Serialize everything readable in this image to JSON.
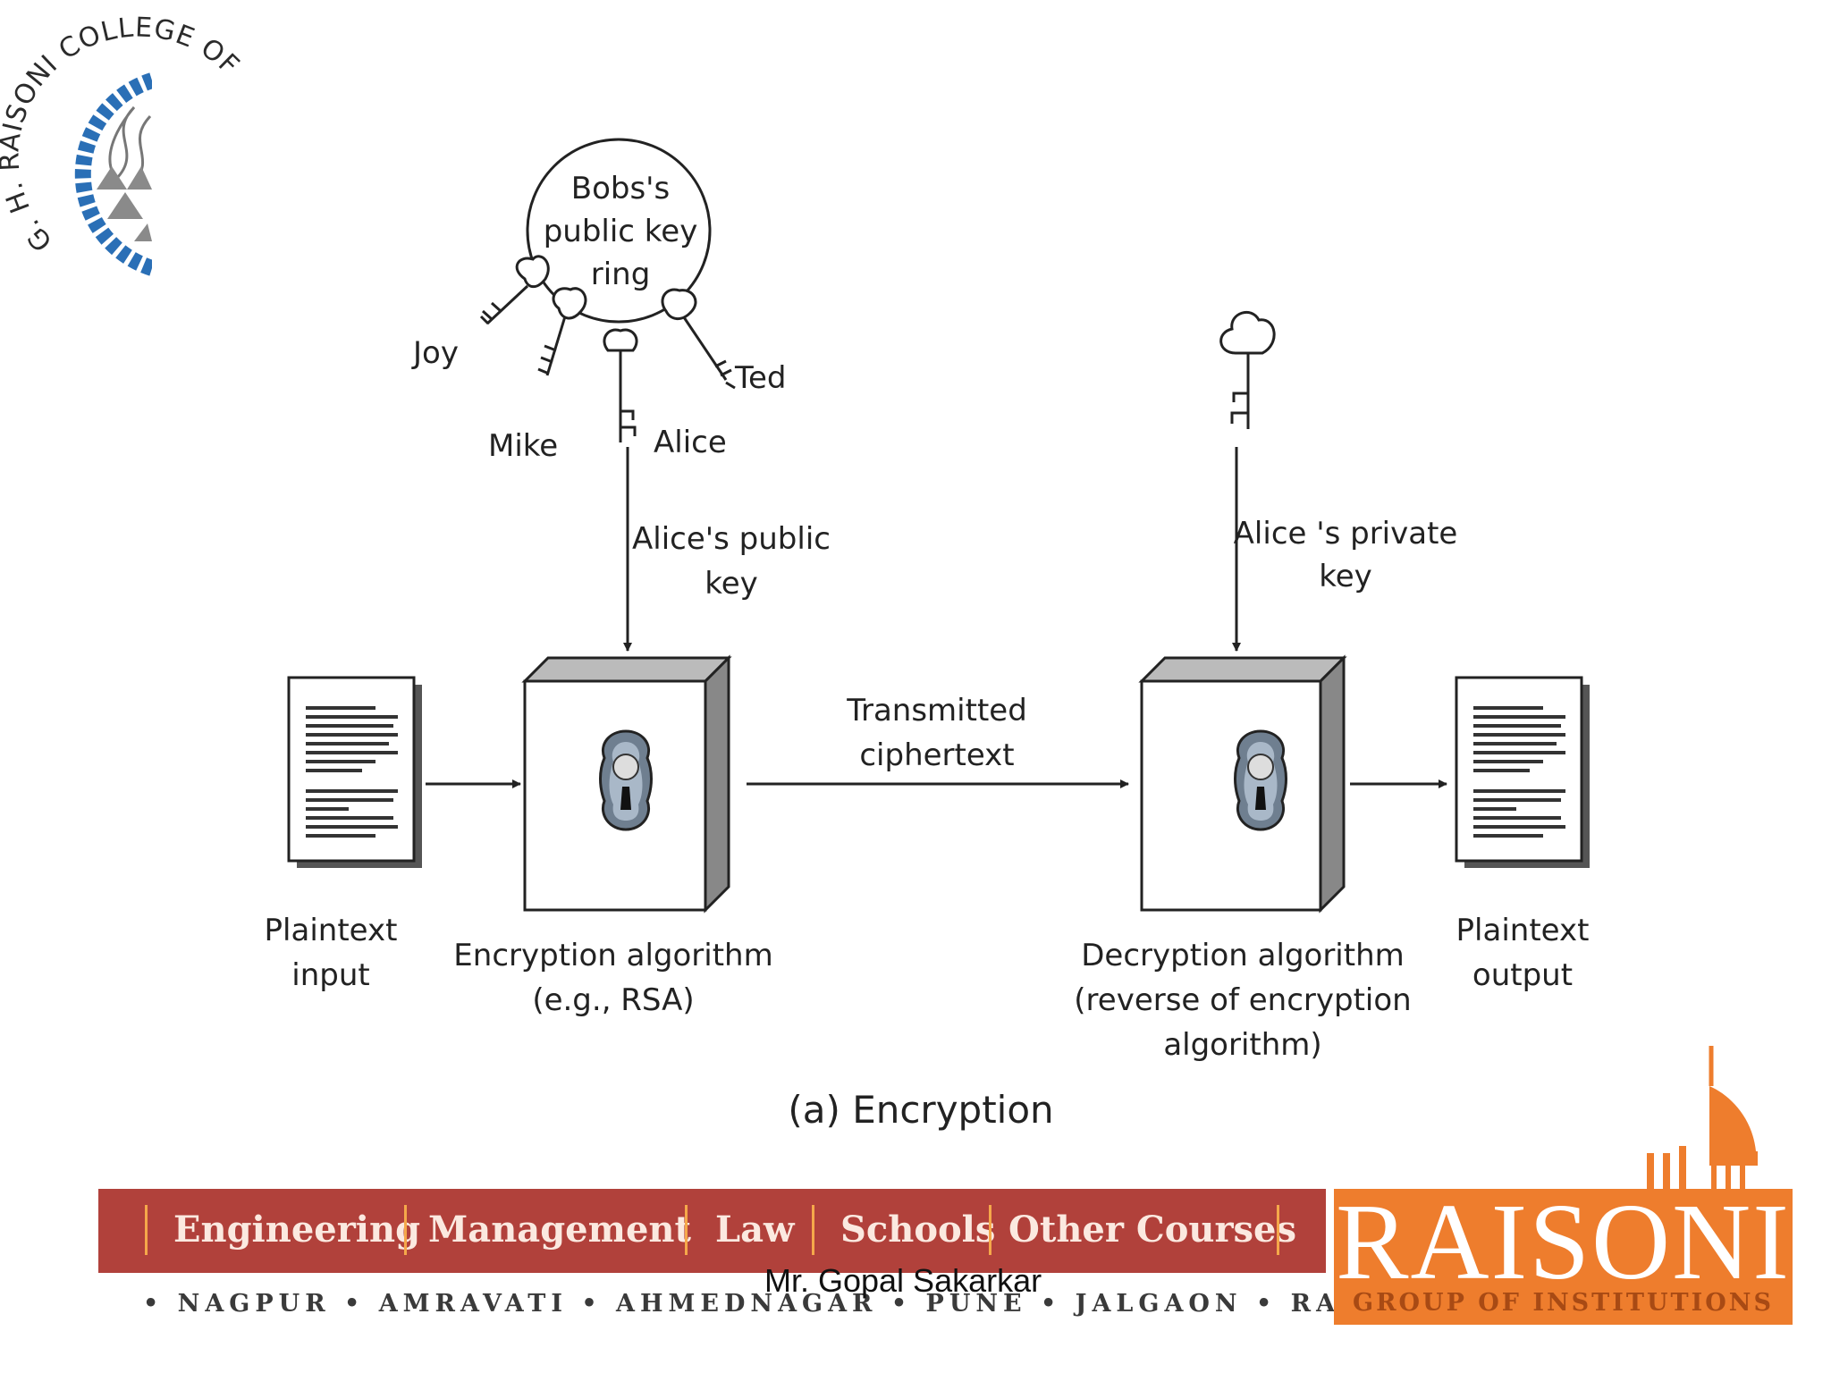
{
  "college_logo": {
    "arc_text": "G. H. RAISONI COLLEGE OF",
    "ring_color": "#2a6fb6"
  },
  "diagram": {
    "key_ring": {
      "label": [
        "Bobs's",
        "public key",
        "ring"
      ]
    },
    "ring_keys": [
      "Joy",
      "Mike",
      "Alice",
      "Ted"
    ],
    "alice_public_key": [
      "Alice's public",
      "key"
    ],
    "alice_private_key": [
      "Alice 's private",
      "key"
    ],
    "plaintext_input": [
      "Plaintext",
      "input"
    ],
    "encryption_algorithm": [
      "Encryption algorithm",
      "(e.g., RSA)"
    ],
    "transmitted_ciphertext": [
      "Transmitted",
      "ciphertext"
    ],
    "decryption_algorithm": [
      "Decryption algorithm",
      "(reverse of encryption",
      "algorithm)"
    ],
    "plaintext_output": [
      "Plaintext",
      "output"
    ],
    "caption": "(a) Encryption"
  },
  "footer": {
    "nav": [
      "Engineering",
      "Management",
      "Law",
      "Schools",
      "Other Courses"
    ],
    "cities": "• NAGPUR • AMRAVATI • AHMEDNAGAR • PUNE • JALGAON • RAIPUR •",
    "author": "Mr. Gopal Sakarkar",
    "band_color": "#b1413b",
    "separator_color": "#f5a84a"
  },
  "brand": {
    "name": "RAISONI",
    "subtitle": "GROUP OF INSTITUTIONS",
    "color": "#ee7d2d"
  }
}
